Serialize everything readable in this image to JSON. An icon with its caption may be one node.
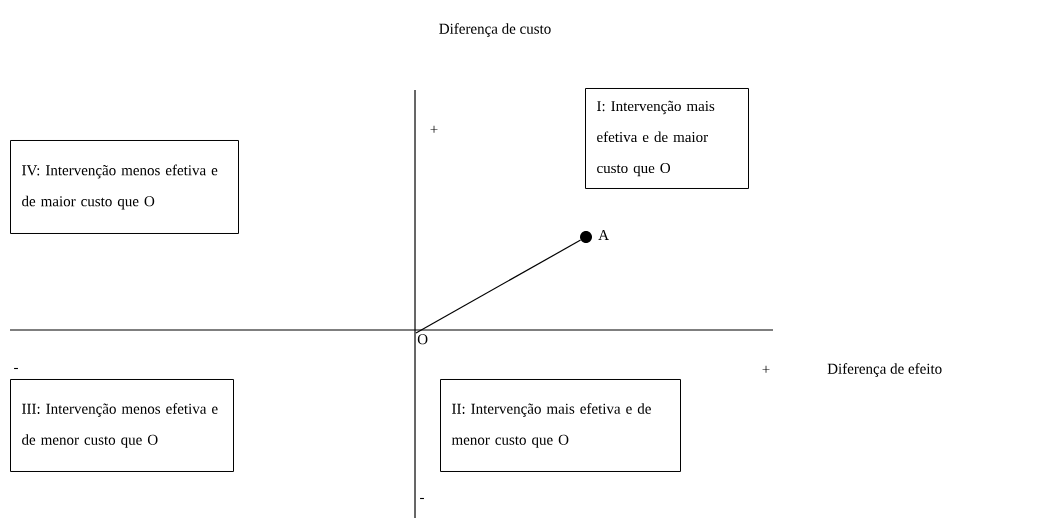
{
  "diagram": {
    "nodes": [
      {
        "text": [
          "I: Intervenção mais efetiva e de maior custo que O"
        ]
      },
      {
        "text": [
          "IV: Intervenção menos efetiva e de maior custo que O"
        ]
      },
      {
        "text": [],
        "shape": "circle",
        "beside": [
          "A"
        ]
      },
      {
        "text": [
          "O"
        ]
      },
      {
        "text": [
          "III: Intervenção menos efetiva e de menor custo que O"
        ]
      },
      {
        "text": [
          "II: Intervenção mais efetiva e de menor custo que O"
        ]
      }
    ],
    "edges": [
      {
        "from": 3,
        "to": 2,
        "arrow": "none"
      }
    ],
    "labels": [
      "Diferença de custo",
      "+",
      "-",
      "+",
      "Diferença de efeito",
      "-"
    ]
  }
}
